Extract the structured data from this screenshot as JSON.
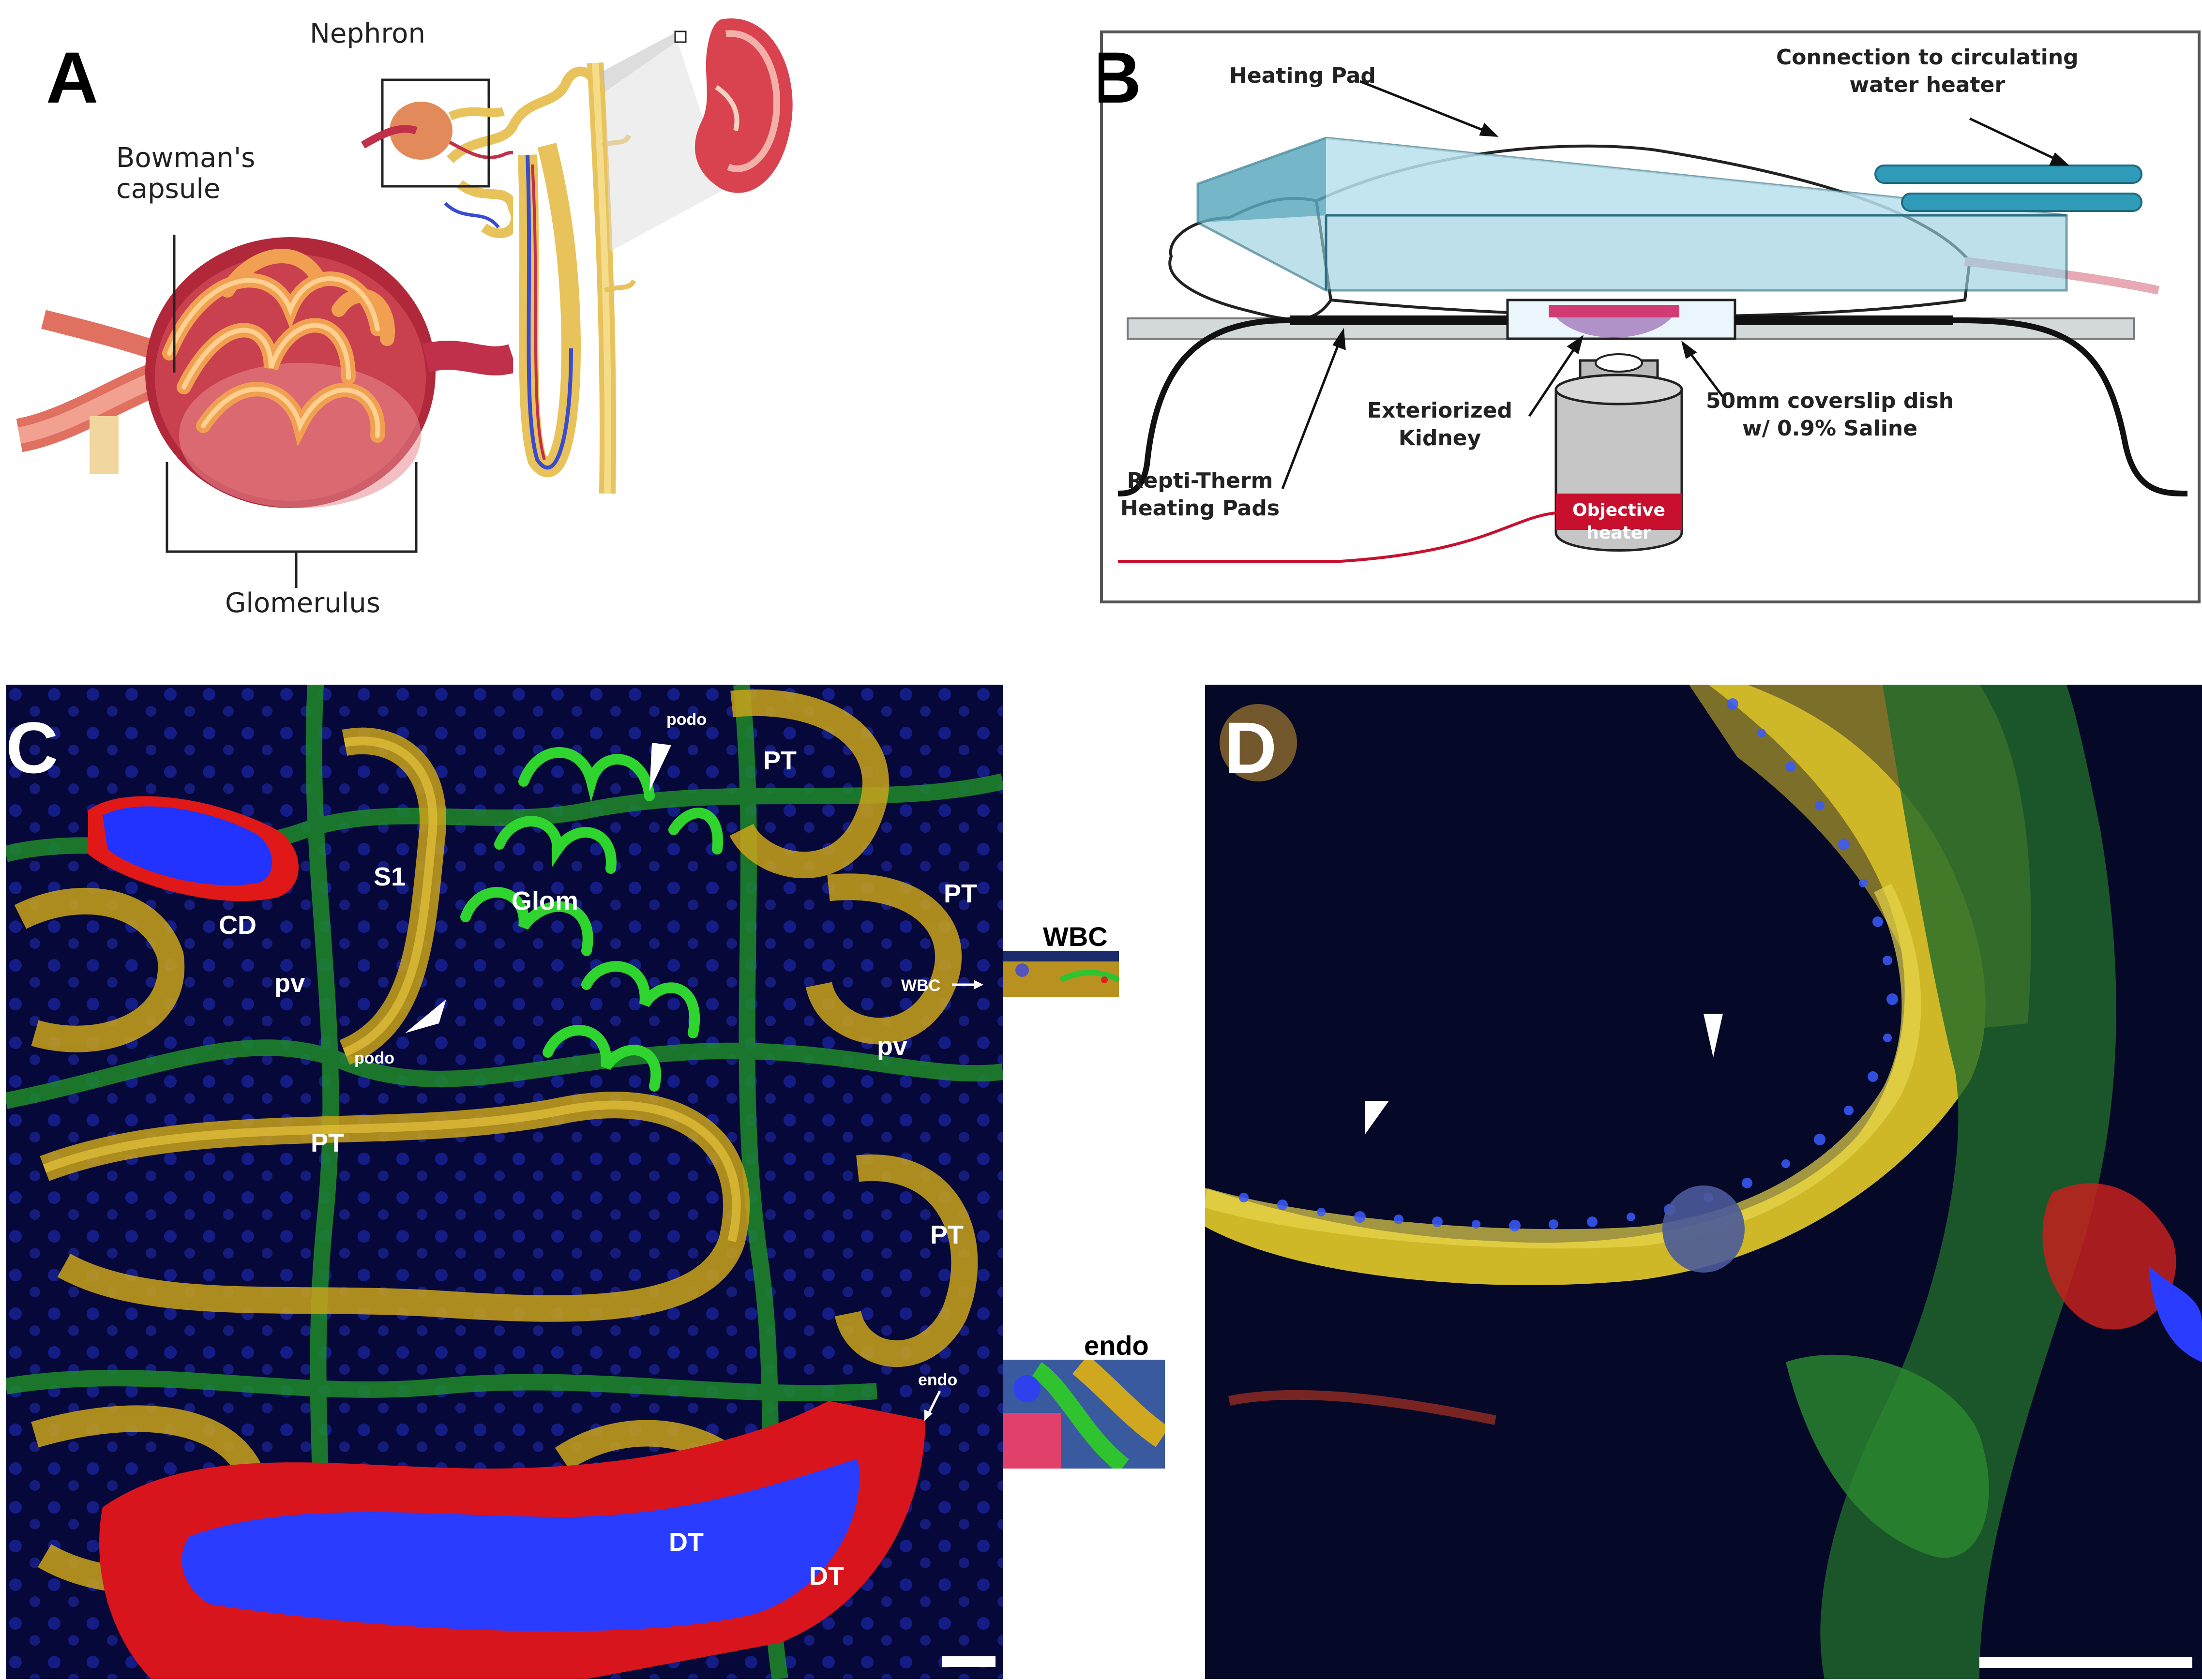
{
  "panels": {
    "A": {
      "label": "A",
      "labels": {
        "nephron": "Nephron",
        "bowmans": "Bowman's\ncapsule",
        "glomerulus": "Glomerulus"
      }
    },
    "B": {
      "label": "B",
      "labels": {
        "heating_pad": "Heating Pad",
        "connection": "Connection to circulating\nwater heater",
        "exteriorized": "Exteriorized\nKidney",
        "coverslip": "50mm coverslip dish\nw/ 0.9% Saline",
        "reptitherm": "Repti-Therm\nHeating Pads",
        "objective_heater": "Objective heater"
      }
    },
    "C": {
      "label": "C",
      "labels": {
        "s1": "S1",
        "glom": "Glom",
        "cd": "CD",
        "pv1": "pv",
        "pv2": "pv",
        "podo1": "podo",
        "podo2": "podo",
        "pt1": "PT",
        "pt2": "PT",
        "pt3": "PT",
        "pt4": "PT",
        "wbc_small": "WBC",
        "endo_small": "endo",
        "dt1": "DT",
        "dt2": "DT"
      },
      "insets": {
        "wbc": "WBC",
        "endo": "endo"
      }
    },
    "D": {
      "label": "D"
    }
  },
  "colors": {
    "nucleus_blue": "#2a3cff",
    "membrane_green": "#2fc42f",
    "tubule_yellow": "#d4b21c",
    "actin_red": "#e21f1f",
    "background_navy": "#08093a",
    "heating_pad_fill": "#bfe3ee",
    "objective_heater_red": "#c8102e"
  }
}
